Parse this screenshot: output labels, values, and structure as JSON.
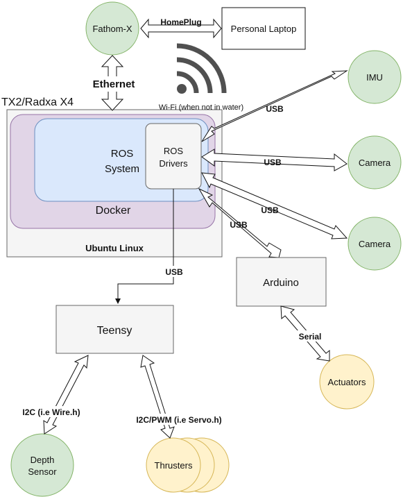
{
  "nodes": {
    "fathom": "Fathom-X",
    "laptop": "Personal Laptop",
    "host_title": "TX2/Radxa X4",
    "ubuntu": "Ubuntu Linux",
    "docker": "Docker",
    "ros_system_l1": "ROS",
    "ros_system_l2": "System",
    "ros_drivers_l1": "ROS",
    "ros_drivers_l2": "Drivers",
    "imu": "IMU",
    "camera1": "Camera",
    "camera2": "Camera",
    "arduino": "Arduino",
    "teensy": "Teensy",
    "actuators": "Actuators",
    "depth_l1": "Depth",
    "depth_l2": "Sensor",
    "thrusters": "Thrusters"
  },
  "links": {
    "homeplug": "HomePlug",
    "ethernet": "Ethernet",
    "wifi": "Wi-Fi (when not in water)",
    "usb_imu": "USB",
    "usb_cam1": "USB",
    "usb_cam2": "USB",
    "usb_arduino": "USB",
    "usb_teensy": "USB",
    "serial": "Serial",
    "i2c": "I2C (i.e Wire.h)",
    "i2c_pwm": "I2C/PWM (i.e Servo.h)"
  },
  "colors": {
    "green_fill": "#d5e8d4",
    "green_stroke": "#82b366",
    "yellow_fill": "#fff2cc",
    "yellow_stroke": "#d6b656",
    "purple_fill": "#e1d5e7",
    "purple_stroke": "#9673a6",
    "blue_fill": "#dae8fc",
    "blue_stroke": "#6c8ebf",
    "gray_fill": "#f5f5f5",
    "gray_stroke": "#666666"
  }
}
